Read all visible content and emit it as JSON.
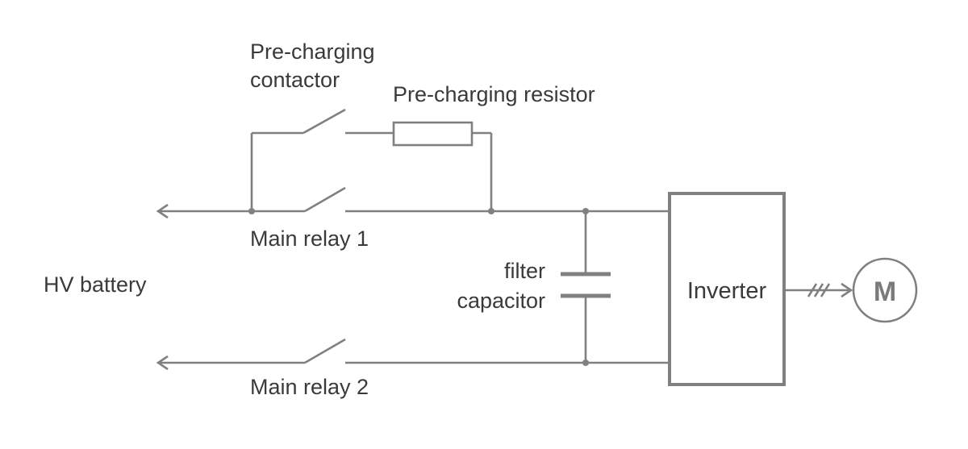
{
  "labels": {
    "precharge_contactor_line1": "Pre-charging",
    "precharge_contactor_line2": "contactor",
    "precharge_resistor": "Pre-charging resistor",
    "main_relay_1": "Main relay 1",
    "main_relay_2": "Main relay 2",
    "hv_battery": "HV battery",
    "filter_capacitor_line1": "filter",
    "filter_capacitor_line2": "capacitor",
    "inverter": "Inverter",
    "motor": "M"
  },
  "colors": {
    "line": "#808080",
    "text": "#3a3a3a"
  }
}
